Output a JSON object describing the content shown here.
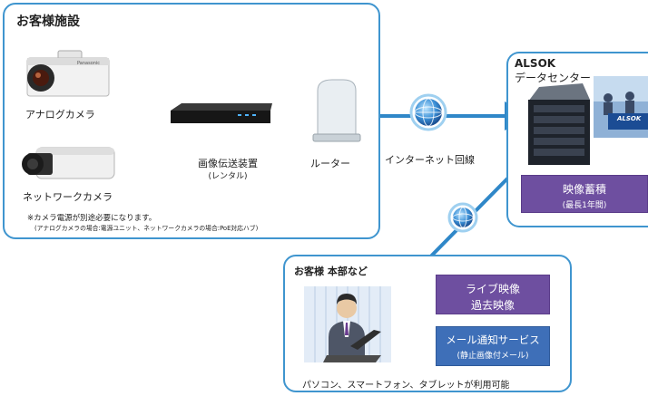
{
  "customer_site": {
    "title": "お客様施設",
    "analog_camera_label": "アナログカメラ",
    "network_camera_label": "ネットワークカメラ",
    "transmitter_label": "画像伝送装置",
    "transmitter_sub": "(レンタル)",
    "router_label": "ルーター",
    "camera_brand": "Panasonic",
    "note_line1": "※カメラ電源が別途必要になります。",
    "note_line2": "(アナログカメラの場合:電源ユニット、ネットワークカメラの場合:PoE対応ハブ)"
  },
  "internet_label": "インターネット回線",
  "datacenter": {
    "title_line1": "ALSOK",
    "title_line2": "データセンター",
    "alsok_sign": "ALSOK",
    "storage_label": "映像蓄積",
    "storage_sub": "(最長1年間)"
  },
  "hq": {
    "title": "お客様 本部など",
    "live_line1": "ライブ映像",
    "live_line2": "過去映像",
    "mail_line1": "メール通知サービス",
    "mail_line2": "(静止画像付メール)",
    "devices_text": "パソコン、スマートフォン、タブレットが利用可能"
  },
  "colors": {
    "panel_border": "#3f95cf",
    "analog_line": "#2bb24c",
    "network_line": "#2b3a9c",
    "arrow_blue": "#2f87c8",
    "purple": "#6e4fa0",
    "blue_box": "#3e6fb8"
  }
}
